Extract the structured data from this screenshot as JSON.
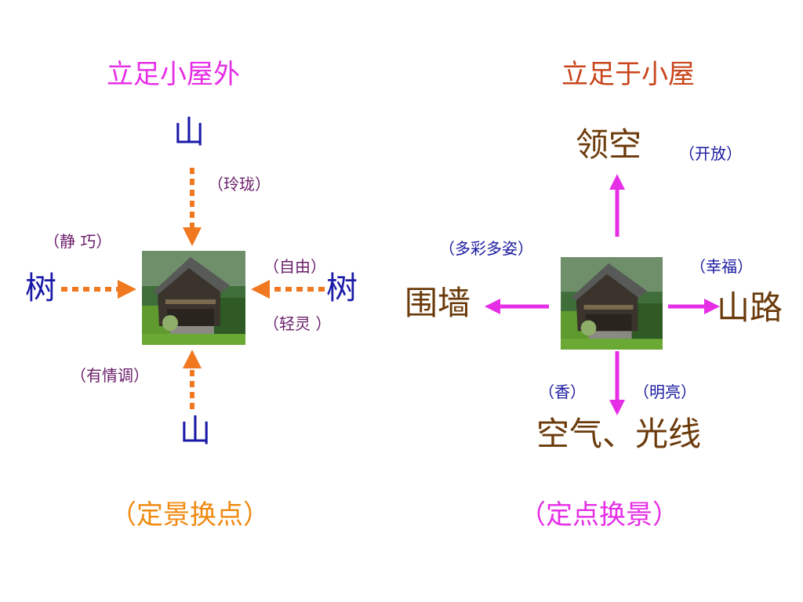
{
  "left": {
    "title": "立足小屋外",
    "top_label": "山",
    "top_note": "（玲珑）",
    "left_label": "树",
    "left_note": "（静 巧）",
    "right_label": "树",
    "right_note_top": "（自由）",
    "right_note_bottom": "（轻灵 ）",
    "bottom_label": "山",
    "bottom_note": "（有情调）",
    "caption": "（定景换点）",
    "arrow_color": "#f07820"
  },
  "right": {
    "title": "立足于小屋",
    "top_label": "领空",
    "top_note": "（开放）",
    "left_label": "围墙",
    "left_note": "（多彩多姿）",
    "right_label": "山路",
    "right_note": "（幸福）",
    "bottom_label": "空气、光线",
    "bottom_note_left": "（香）",
    "bottom_note_right": "（明亮）",
    "caption": "（定点换景）",
    "arrow_color": "#e62ee6"
  }
}
